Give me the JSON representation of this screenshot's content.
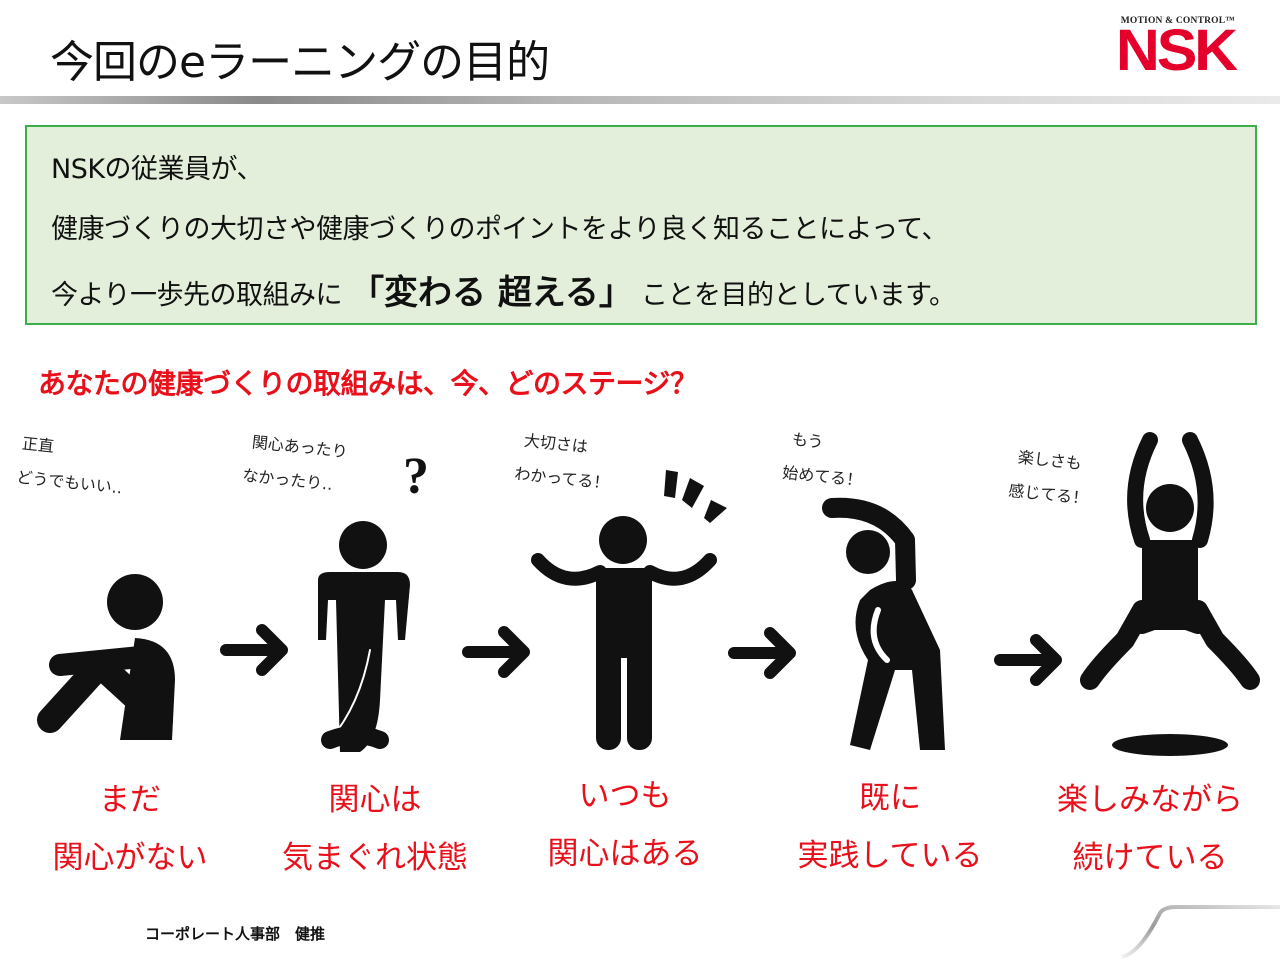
{
  "header": {
    "title": "今回のeラーニングの目的",
    "logo": {
      "tagline": "MOTION & CONTROL™",
      "brand": "NSK",
      "color": "#e4002b"
    }
  },
  "purpose_box": {
    "line1": "NSKの従業員が、",
    "line2": "健康づくりの大切さや健康づくりのポイントをより良く知ることによって、",
    "line3_prefix": "今より一歩先の取組みに",
    "line3_emphasis": "「変わる 超える」",
    "line3_suffix": "ことを目的としています。",
    "background": "#e3efda",
    "border": "#3cae4a"
  },
  "question": {
    "text": "あなたの健康づくりの取組みは、今、どのステージ？",
    "color": "#e8101a"
  },
  "stages": [
    {
      "bubble": [
        "正直",
        "どうでもいい‥"
      ],
      "icon": "sitting-hugging-knees-icon",
      "label": [
        "まだ",
        "関心がない"
      ]
    },
    {
      "bubble": [
        "関心あったり",
        "なかったり‥"
      ],
      "icon": "standing-crossed-legs-icon",
      "decor": "?",
      "label": [
        "関心は",
        "気まぐれ状態"
      ]
    },
    {
      "bubble": [
        "大切さは",
        "わかってる！"
      ],
      "icon": "standing-arms-out-icon",
      "label": [
        "いつも",
        "関心はある"
      ]
    },
    {
      "bubble": [
        "もう",
        "始めてる！"
      ],
      "icon": "side-stretch-icon",
      "label": [
        "既に",
        "実践している"
      ]
    },
    {
      "bubble": [
        "楽しさも",
        "感じてる！"
      ],
      "icon": "jumping-person-icon",
      "label": [
        "楽しみながら",
        "続けている"
      ]
    }
  ],
  "arrows": [
    "arrow-right",
    "arrow-right",
    "arrow-right",
    "arrow-right"
  ],
  "footer": {
    "department": "コーポレート人事部　健推"
  }
}
